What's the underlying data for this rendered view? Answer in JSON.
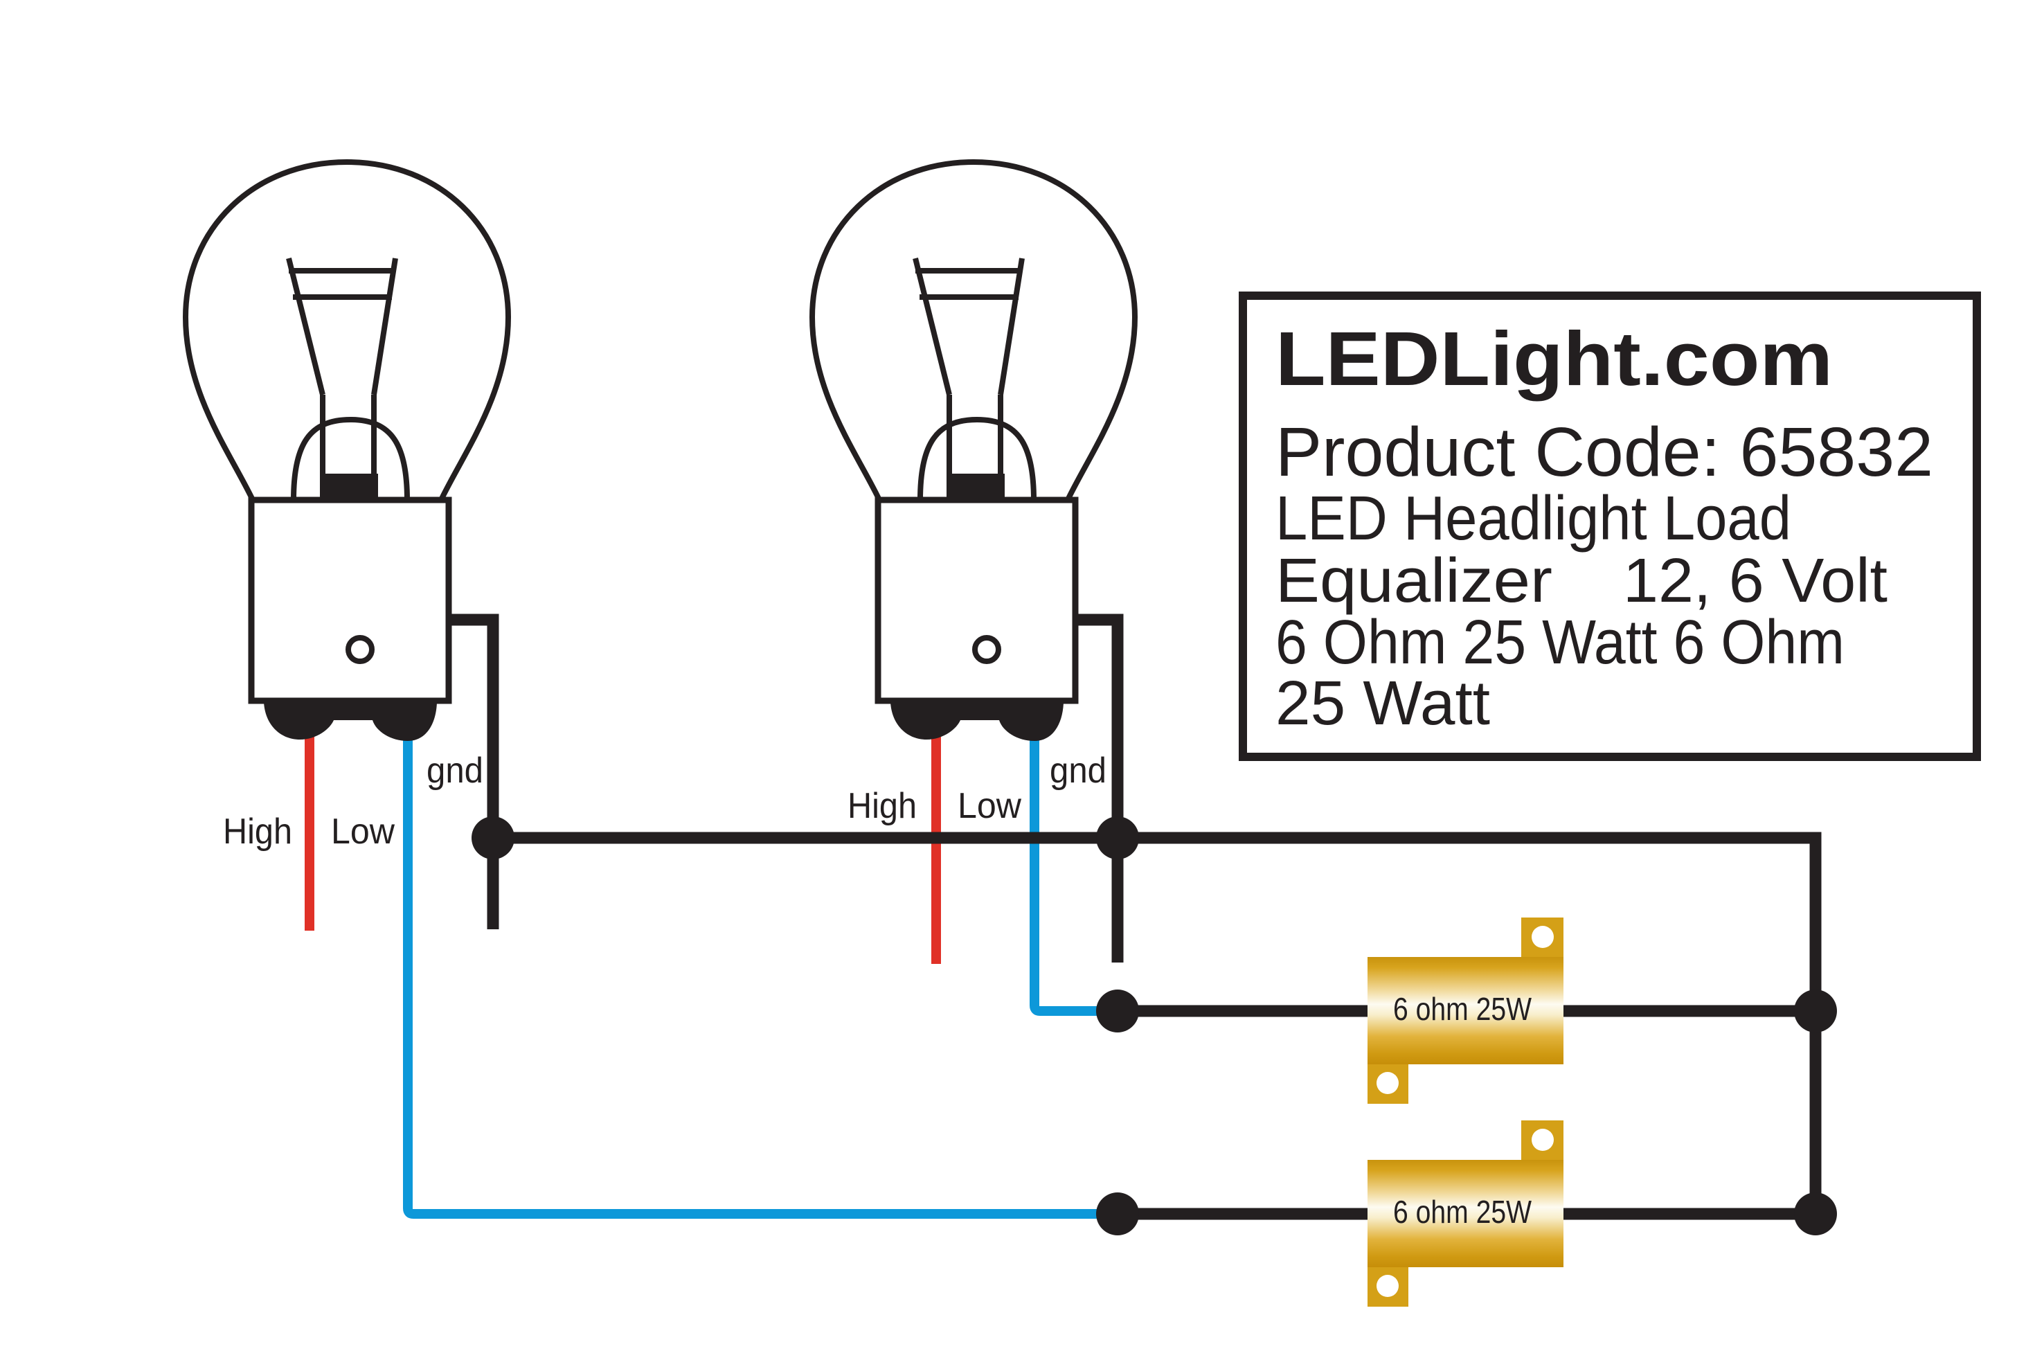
{
  "diagram_title": "LED headlight load equalizer wiring diagram",
  "colors": {
    "line_black": "#231f20",
    "wire_red": "#e03127",
    "wire_blue": "#0d98d9",
    "resistor_gold": "#d4a017",
    "background": "#ffffff"
  },
  "bulbs": [
    {
      "id": "bulb-1",
      "high": "High",
      "low": "Low",
      "gnd": "gnd"
    },
    {
      "id": "bulb-2",
      "high": "High",
      "low": "Low",
      "gnd": "gnd"
    }
  ],
  "resistors": [
    {
      "label": "6 ohm 25W"
    },
    {
      "label": "6 ohm 25W"
    }
  ],
  "info_box": {
    "brand": "LEDLight.com",
    "product_code": "Product Code: 65832",
    "line3": "LED Headlight Load",
    "line4_left": "Equalizer",
    "line4_right": "12, 6 Volt",
    "line5": "6 Ohm 25 Watt 6 Ohm",
    "line6": "25 Watt"
  }
}
